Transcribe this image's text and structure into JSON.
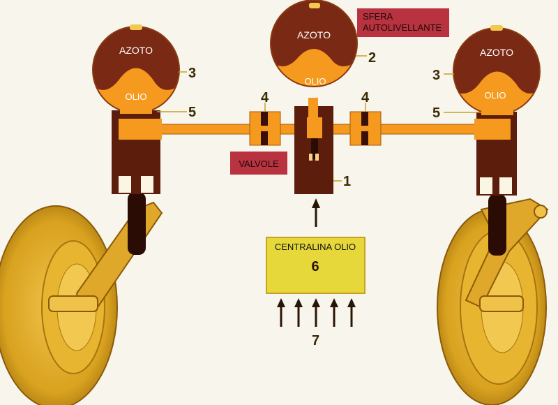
{
  "labels": {
    "azoto_left": "AZOTO",
    "olio_left": "OLIO",
    "azoto_center": "AZOTO",
    "olio_center": "OLIO",
    "azoto_right": "AZOTO",
    "olio_right": "OLIO",
    "sfera_line1": "SFERA",
    "sfera_line2": "AUTOLIVELLANTE",
    "valvole": "VALVOLE",
    "centralina": "CENTRALINA OLIO",
    "centralina_num": "6"
  },
  "numbers": {
    "n1": "1",
    "n2": "2",
    "n3_left": "3",
    "n3_right": "3",
    "n4_left": "4",
    "n4_right": "4",
    "n5_left": "5",
    "n5_right": "5",
    "n7": "7"
  },
  "colors": {
    "background": "#f7f5ec",
    "nitrogen": "#7a2a14",
    "oil": "#f59a1e",
    "block": "#5c1d0c",
    "label_box": "#b8323f",
    "control_unit": "#e6d83a",
    "wheel": "#d9a21f"
  }
}
